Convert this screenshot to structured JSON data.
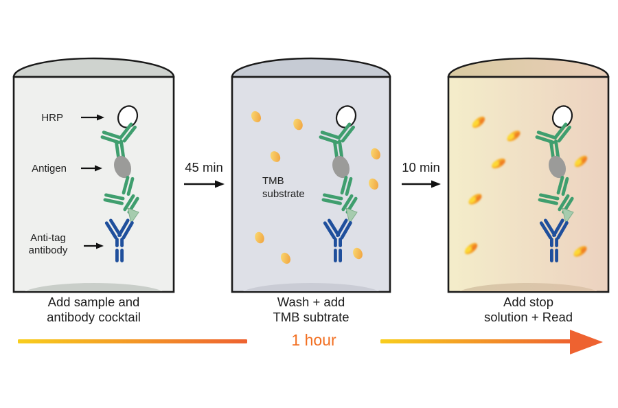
{
  "colors": {
    "antibody_green": "#3f9e6e",
    "antibody_blue": "#1f4f9c",
    "antigen_gray": "#9b9b99",
    "tag_green": "#a6ccae",
    "hrp_white": "#ffffff",
    "outline_black": "#1a1a1a",
    "well1_body": "#eff0ee",
    "well1_lid": "#cfd3cf",
    "well1_bottom": "#c9cec9",
    "well2_body": "#dee0e7",
    "well2_lid": "#c6cbd4",
    "well2_bottom": "#caccd5",
    "well3_body_left": "#f4edca",
    "well3_body_right": "#ecd2c0",
    "well3_lid_left": "#d9cba2",
    "well3_lid_right": "#e9cdb8",
    "well3_bottom_left": "#d8c8a8",
    "well3_bottom_right": "#ddc3ab",
    "dot_yellow": "#fbdf77",
    "dot_orange": "#ef9d3a",
    "burst_yellow": "#fdd835",
    "burst_orange": "#f07f1f",
    "timeline_yellow": "#f8ce1d",
    "timeline_orange": "#ee6230",
    "timeline_label_orange": "#f26f21",
    "label_text": "#1c1c1c"
  },
  "wells": [
    {
      "caption_line1": "Add sample and",
      "caption_line2": "antibody cocktail",
      "labels": {
        "hrp": "HRP",
        "antigen": "Antigen",
        "anti_tag_line1": "Anti-tag",
        "anti_tag_line2": "antibody"
      }
    },
    {
      "caption_line1": "Wash + add",
      "caption_line2": "TMB subtrate",
      "labels": {
        "substrate_line1": "TMB",
        "substrate_line2": "substrate"
      }
    },
    {
      "caption_line1": "Add stop",
      "caption_line2": "solution + Read"
    }
  ],
  "step_arrows": [
    {
      "label": "45 min"
    },
    {
      "label": "10 min"
    }
  ],
  "timeline": {
    "label": "1 hour"
  }
}
